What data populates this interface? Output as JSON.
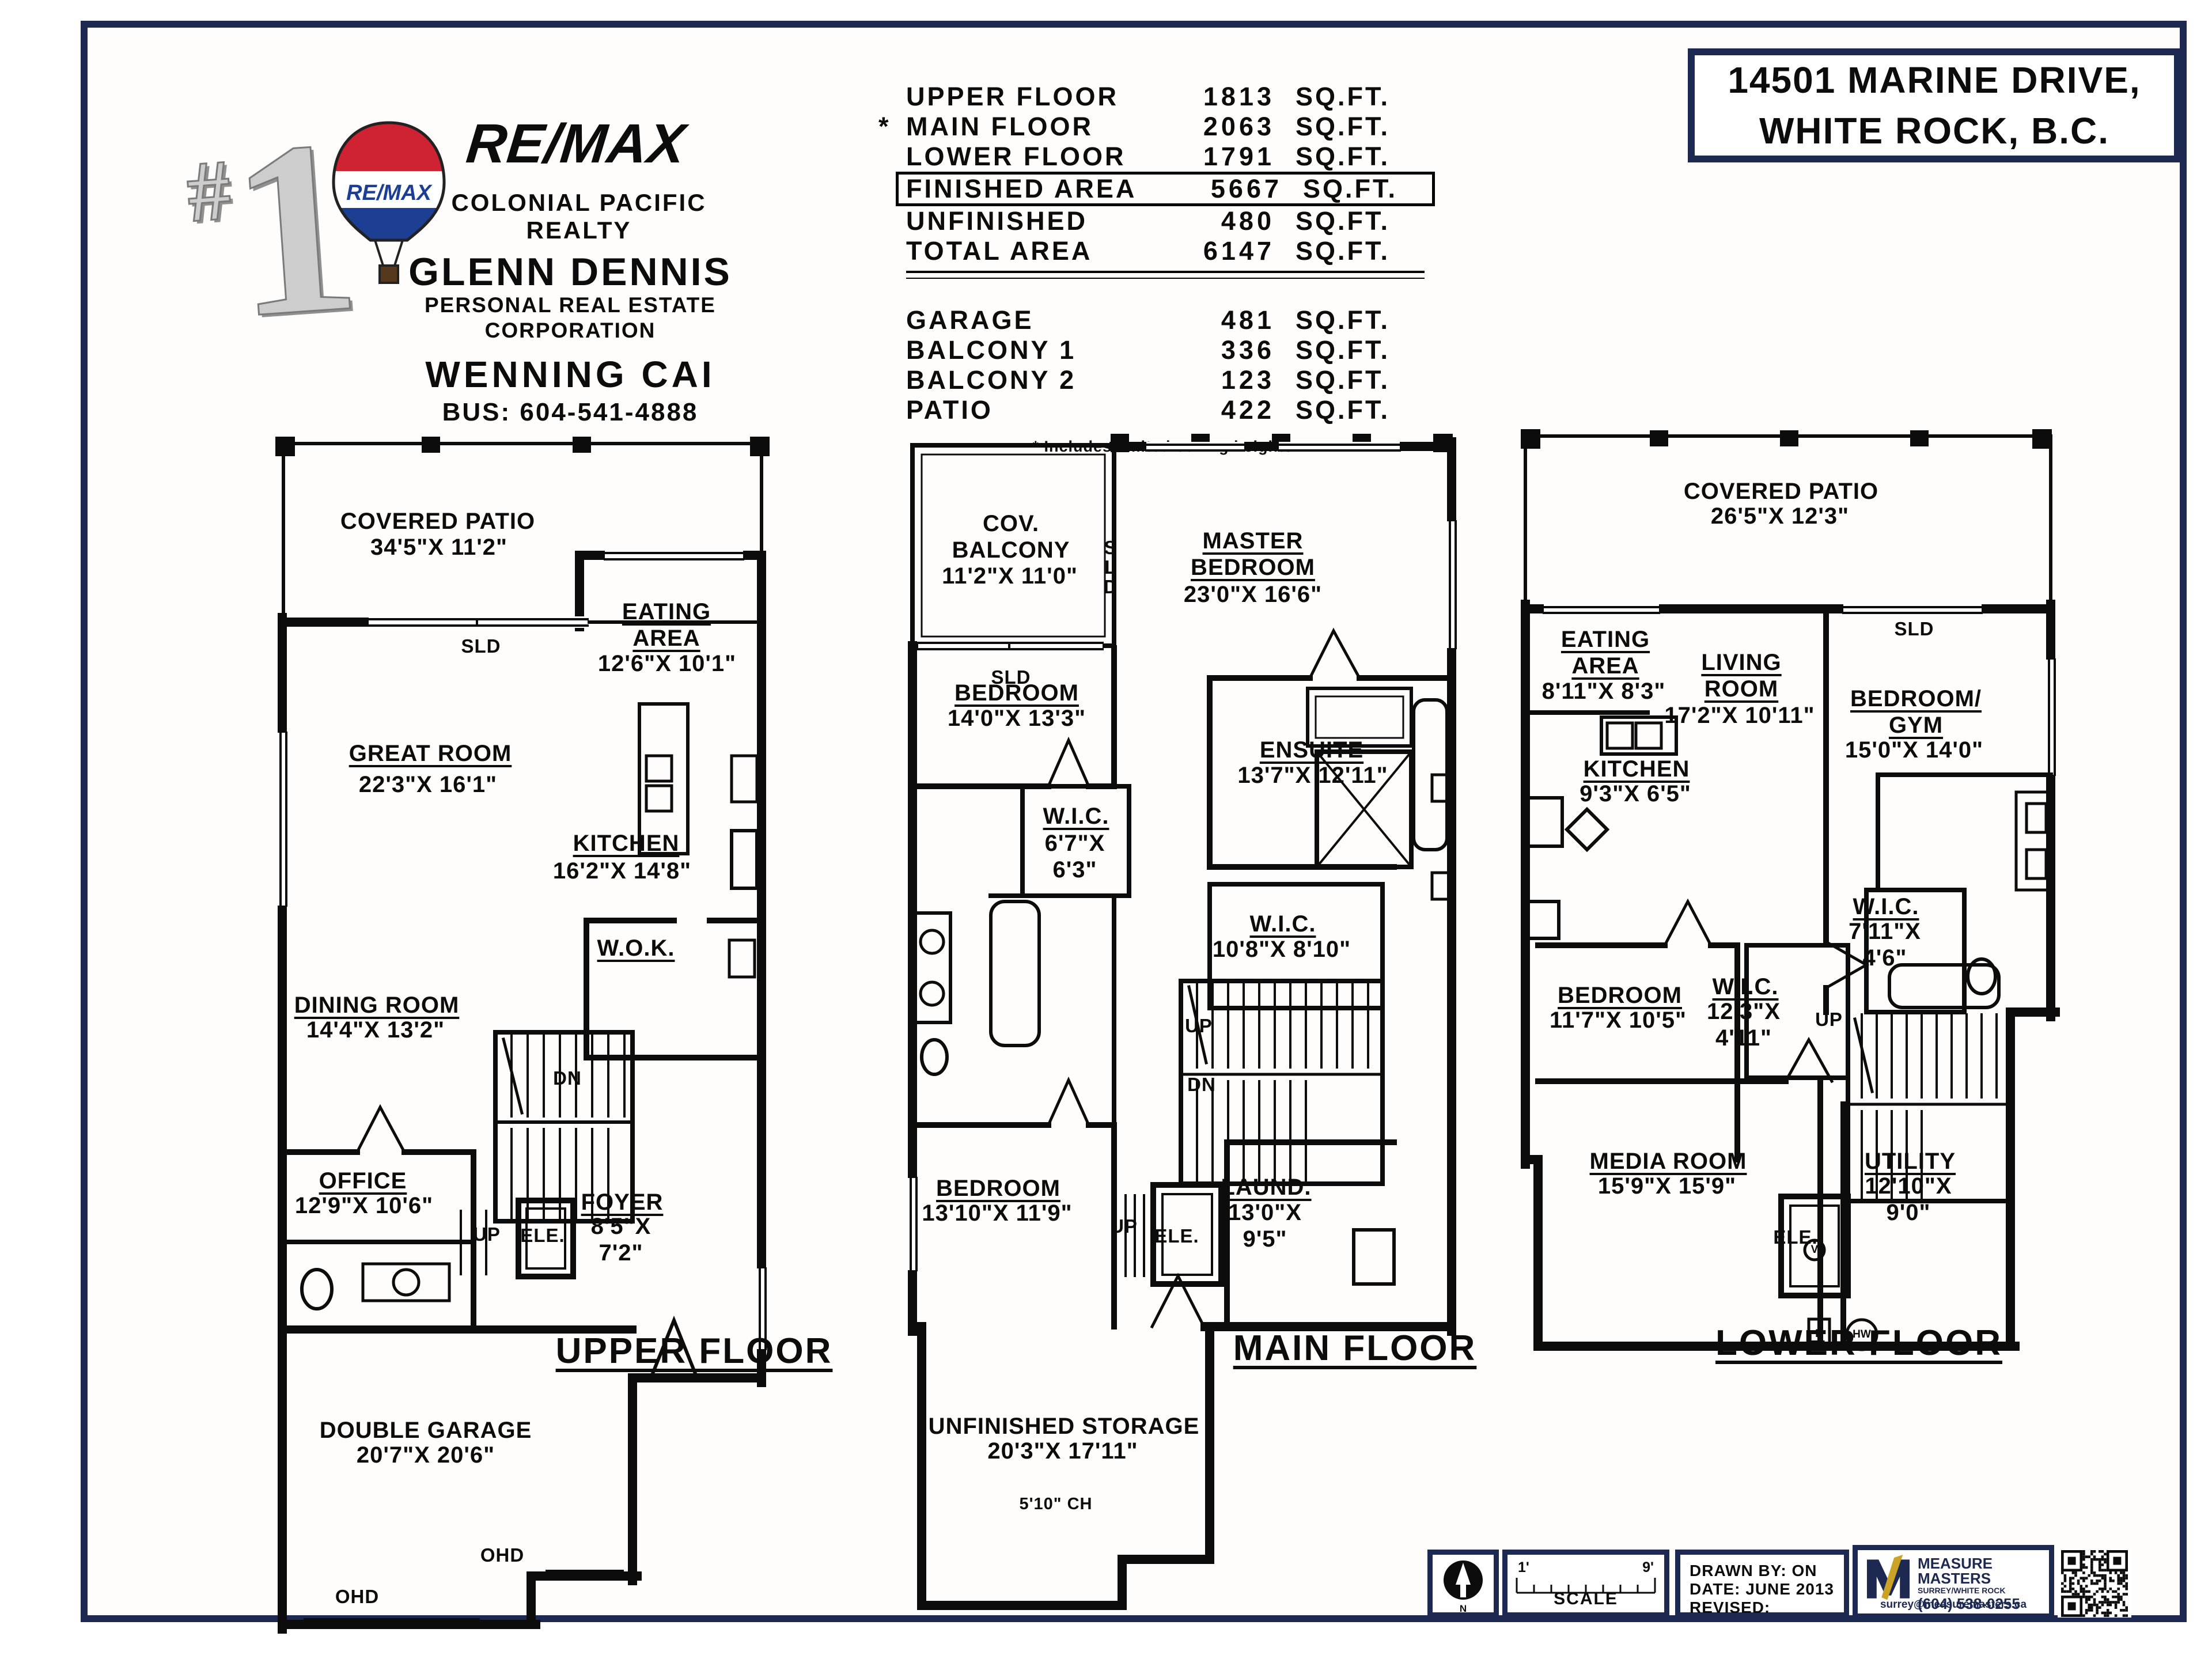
{
  "page": {
    "border_color": "#1d2950",
    "ink": "#0c0c0c"
  },
  "header": {
    "address_line1": "14501 MARINE DRIVE,",
    "address_line2": "WHITE ROCK, B.C.",
    "brand": {
      "rank_hash": "#",
      "rank_number": "1",
      "remax_wordmark": "RE/MAX",
      "balloon_wordmark": "RE/MAX",
      "office_line1": "COLONIAL PACIFIC",
      "office_line2": "REALTY",
      "agent": "GLENN DENNIS",
      "agent_title": "PERSONAL REAL ESTATE\nCORPORATION",
      "agent2": "WENNING CAI",
      "phone": "BUS: 604-541-4888"
    }
  },
  "area_table": {
    "rows": [
      {
        "star": "",
        "label": "UPPER FLOOR",
        "value": "1813",
        "unit": "SQ.FT."
      },
      {
        "star": "*",
        "label": "MAIN FLOOR",
        "value": "2063",
        "unit": "SQ.FT."
      },
      {
        "star": "",
        "label": "LOWER FLOOR",
        "value": "1791",
        "unit": "SQ.FT."
      },
      {
        "star": "",
        "label": "FINISHED AREA",
        "value": "5667",
        "unit": "SQ.FT."
      },
      {
        "star": "",
        "label": "UNFINISHED",
        "value": "480",
        "unit": "SQ.FT."
      },
      {
        "star": "",
        "label": "TOTAL AREA",
        "value": "6147",
        "unit": "SQ.FT."
      }
    ],
    "rows2": [
      {
        "label": "GARAGE",
        "value": "481",
        "unit": "SQ.FT."
      },
      {
        "label": "BALCONY 1",
        "value": "336",
        "unit": "SQ.FT."
      },
      {
        "label": "BALCONY 2",
        "value": "123",
        "unit": "SQ.FT."
      },
      {
        "label": "PATIO",
        "value": "422",
        "unit": "SQ.FT."
      }
    ],
    "note": "* Includes limited ceiling heights."
  },
  "plans": {
    "upper": {
      "title": "UPPER FLOOR",
      "rooms": {
        "covered_patio": {
          "name": "COVERED PATIO",
          "dims": "34'5\"X 11'2\""
        },
        "eating_area": {
          "name": "EATING\nAREA",
          "dims": "12'6\"X 10'1\""
        },
        "great_room": {
          "name": "GREAT ROOM",
          "dims": "22'3\"X 16'1\""
        },
        "kitchen": {
          "name": "KITCHEN",
          "dims": "16'2\"X 14'8\""
        },
        "wok": {
          "name": "W.O.K."
        },
        "dining_room": {
          "name": "DINING ROOM",
          "dims": "14'4\"X 13'2\""
        },
        "office": {
          "name": "OFFICE",
          "dims": "12'9\"X 10'6\""
        },
        "foyer": {
          "name": "FOYER",
          "dims": "8'5\"X\n7'2\""
        },
        "double_garage": {
          "name": "DOUBLE GARAGE",
          "dims": "20'7\"X 20'6\""
        }
      },
      "labels": {
        "sld": "SLD",
        "dn": "DN",
        "up": "UP",
        "ele": "ELE.",
        "ohd": "OHD"
      }
    },
    "main": {
      "title": "MAIN FLOOR",
      "rooms": {
        "cov_balcony": {
          "name": "COV.\nBALCONY",
          "dims": "11'2\"X 11'0\""
        },
        "master": {
          "name": "MASTER\nBEDROOM",
          "dims": "23'0\"X 16'6\""
        },
        "bedroom1": {
          "name": "BEDROOM",
          "dims": "14'0\"X 13'3\""
        },
        "ensuite": {
          "name": "ENSUITE",
          "dims": "13'7\"X 12'11\""
        },
        "wic1": {
          "name": "W.I.C.",
          "dims": "6'7\"X\n6'3\""
        },
        "wic2": {
          "name": "W.I.C.",
          "dims": "10'8\"X 8'10\""
        },
        "bedroom2": {
          "name": "BEDROOM",
          "dims": "13'10\"X 11'9\""
        },
        "laundry": {
          "name": "LAUND.",
          "dims": "13'0\"X\n9'5\""
        },
        "storage": {
          "name": "UNFINISHED STORAGE",
          "dims": "20'3\"X 17'11\"",
          "ceiling": "5'10\" CH"
        }
      },
      "labels": {
        "sld_v": "S\nL\nD",
        "sld": "SLD",
        "up": "UP",
        "dn": "DN",
        "ele": "ELE."
      }
    },
    "lower": {
      "title": "LOWER FLOOR",
      "rooms": {
        "covered_patio": {
          "name": "COVERED PATIO",
          "dims": "26'5\"X 12'3\""
        },
        "eating_area": {
          "name": "EATING\nAREA",
          "dims": "8'11\"X 8'3\""
        },
        "living_room": {
          "name": "LIVING\nROOM",
          "dims": "17'2\"X 10'11\""
        },
        "bedroom_gym": {
          "name": "BEDROOM/\nGYM",
          "dims": "15'0\"X 14'0\""
        },
        "kitchen": {
          "name": "KITCHEN",
          "dims": "9'3\"X 6'5\""
        },
        "wic1": {
          "name": "W.I.C.",
          "dims": "7'11\"X\n4'6\""
        },
        "bedroom": {
          "name": "BEDROOM",
          "dims": "11'7\"X 10'5\""
        },
        "wic2": {
          "name": "W.I.C.",
          "dims": "12'3\"X\n4'11\""
        },
        "media_room": {
          "name": "MEDIA ROOM",
          "dims": "15'9\"X 15'9\""
        },
        "utility": {
          "name": "UTILITY",
          "dims": "12'10\"X\n9'0\""
        }
      },
      "labels": {
        "sld": "SLD",
        "up": "UP",
        "ele": "ELE.",
        "v": "V",
        "b": "B",
        "hw": "HW"
      }
    }
  },
  "footer": {
    "north_label": "N",
    "scale": {
      "label": "SCALE",
      "start": "1'",
      "end": "9'"
    },
    "drawn_by": "DRAWN BY: ON",
    "date": "DATE: JUNE 2013",
    "revised": "REVISED:",
    "company": {
      "name": "MEASURE MASTERS",
      "tagline": "SURREY/WHITE ROCK",
      "phone": "(604) 538-0255",
      "email": "surrey@measuremasters.ca"
    }
  }
}
